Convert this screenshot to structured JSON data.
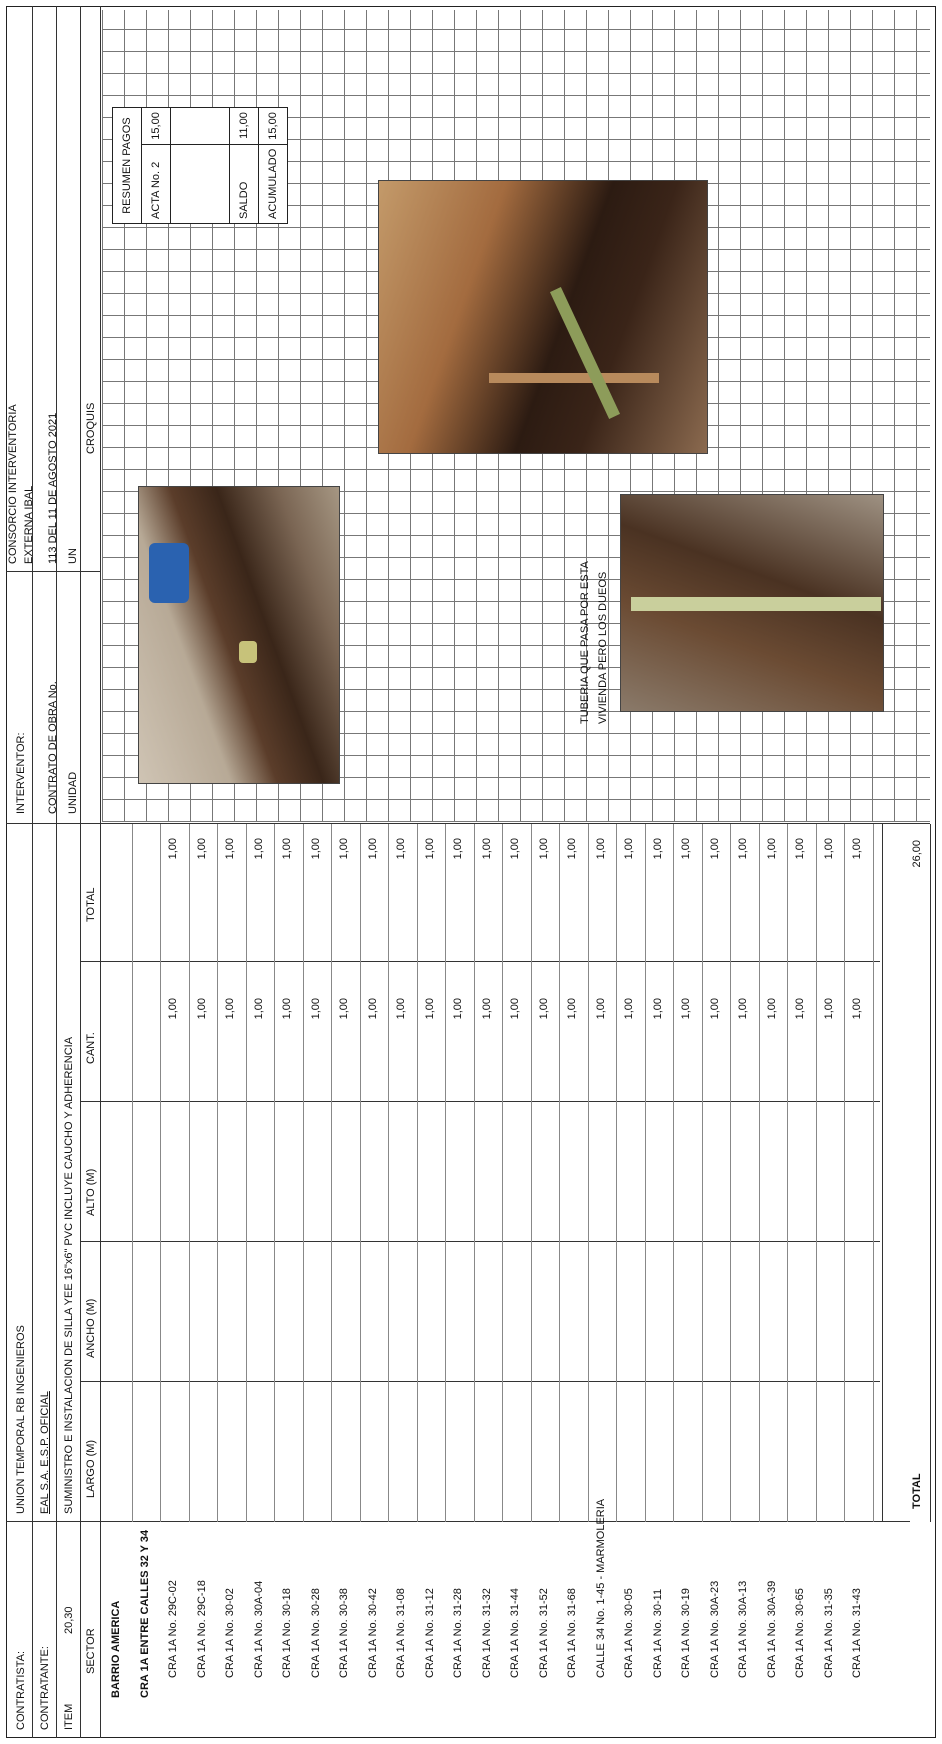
{
  "header": {
    "contratista_label": "CONTRATISTA:",
    "contratista_value": "UNION TEMPORAL RB INGENIEROS",
    "contratante_label": "CONTRATANTE:",
    "contratante_value": "EAL S.A. E.S.P. OFICIAL",
    "item_label": "ITEM",
    "item_value": "20,30",
    "description": "SUMINISTRO E INSTALACION DE  SILLA YEE 16\"x6\" PVC INCLUYE  CAUCHO Y ADHERENCIA",
    "interventor_label": "INTERVENTOR:",
    "interventor_value_1": "CONSORCIO INTERVENTORIA",
    "interventor_value_2": "EXTERNA IBAL",
    "contrato_label": "CONTRATO DE OBRA No.",
    "contrato_value": "113 DEL 11 DE AGOSTO 2021",
    "unidad_label": "UNIDAD",
    "unidad_value": "UN"
  },
  "columns": {
    "sector": "SECTOR",
    "largo": "LARGO (M)",
    "ancho": "ANCHO (M)",
    "alto": "ALTO (M)",
    "cant": "CANT.",
    "total": "TOTAL",
    "croquis": "CROQUIS"
  },
  "rows": [
    {
      "sector": "BARRIO AMERICA",
      "cant": "",
      "total": ""
    },
    {
      "sector": "CRA 1A ENTRE CALLES 32 Y 34",
      "cant": "",
      "total": ""
    },
    {
      "sector": "CRA 1A No. 29C-02",
      "cant": "1,00",
      "total": "1,00"
    },
    {
      "sector": "CRA 1A No. 29C-18",
      "cant": "1,00",
      "total": "1,00"
    },
    {
      "sector": "CRA 1A No. 30-02",
      "cant": "1,00",
      "total": "1,00"
    },
    {
      "sector": "CRA 1A No. 30A-04",
      "cant": "1,00",
      "total": "1,00"
    },
    {
      "sector": "CRA 1A No. 30-18",
      "cant": "1,00",
      "total": "1,00"
    },
    {
      "sector": "CRA 1A No. 30-28",
      "cant": "1,00",
      "total": "1,00"
    },
    {
      "sector": "CRA 1A No. 30-38",
      "cant": "1,00",
      "total": "1,00"
    },
    {
      "sector": "CRA 1A No. 30-42",
      "cant": "1,00",
      "total": "1,00"
    },
    {
      "sector": "CRA 1A No. 31-08",
      "cant": "1,00",
      "total": "1,00"
    },
    {
      "sector": "CRA 1A No. 31-12",
      "cant": "1,00",
      "total": "1,00"
    },
    {
      "sector": "CRA 1A No. 31-28",
      "cant": "1,00",
      "total": "1,00"
    },
    {
      "sector": "CRA 1A No. 31-32",
      "cant": "1,00",
      "total": "1,00"
    },
    {
      "sector": "CRA 1A No. 31-44",
      "cant": "1,00",
      "total": "1,00"
    },
    {
      "sector": "CRA 1A No. 31-52",
      "cant": "1,00",
      "total": "1,00"
    },
    {
      "sector": "CRA 1A No. 31-68",
      "cant": "1,00",
      "total": "1,00"
    },
    {
      "sector": "CALLE 34 No. 1-45 - MARMOLERIA",
      "cant": "1,00",
      "total": "1,00"
    },
    {
      "sector": "CRA 1A No. 30-05",
      "cant": "1,00",
      "total": "1,00"
    },
    {
      "sector": "CRA 1A No. 30-11",
      "cant": "1,00",
      "total": "1,00"
    },
    {
      "sector": "CRA 1A No. 30-19",
      "cant": "1,00",
      "total": "1,00"
    },
    {
      "sector": "CRA 1A No. 30A-23",
      "cant": "1,00",
      "total": "1,00"
    },
    {
      "sector": "CRA 1A No. 30A-13",
      "cant": "1,00",
      "total": "1,00"
    },
    {
      "sector": "CRA 1A No. 30A-39",
      "cant": "1,00",
      "total": "1,00"
    },
    {
      "sector": "CRA 1A No. 30-65",
      "cant": "1,00",
      "total": "1,00"
    },
    {
      "sector": "CRA 1A No. 31-35",
      "cant": "1,00",
      "total": "1,00"
    },
    {
      "sector": "CRA 1A No. 31-43",
      "cant": "1,00",
      "total": "1,00"
    }
  ],
  "total_label": "TOTAL",
  "total_value": "26,00",
  "annotation_line1": "TUBERIA QUE PASA POR ESTA",
  "annotation_line2": "VIVIENDA PERO LOS DUEOS",
  "summary": {
    "title": "RESUMEN PAGOS",
    "acta_label": "ACTA No. 2",
    "acta_value": "15,00",
    "saldo_label": "SALDO",
    "saldo_value": "11,00",
    "acumulado_label": "ACUMULADO",
    "acumulado_value": "15,00"
  }
}
